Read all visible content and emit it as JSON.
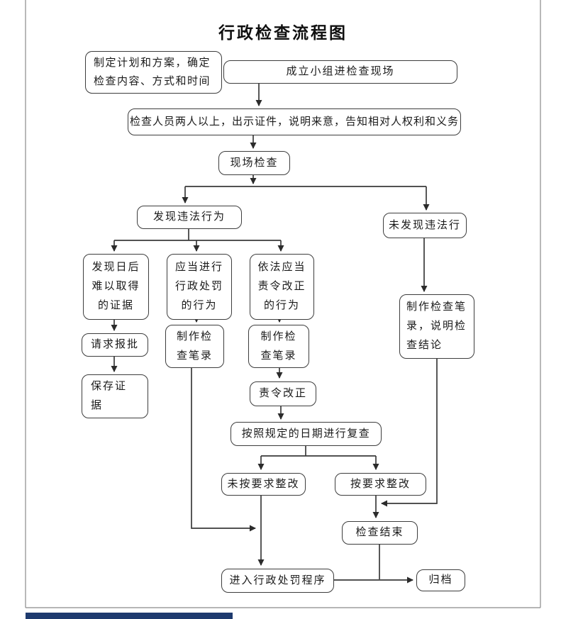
{
  "page": {
    "title": "行政检查流程图"
  },
  "nodes": {
    "plan": {
      "label": "制定计划和方案，确定\n检查内容、方式和时间"
    },
    "team": {
      "label": "成立小组进检查现场"
    },
    "inspectors": {
      "label": "检查人员两人以上，出示证件，说明来意，告知相对人权利和义务"
    },
    "onsite": {
      "label": "现场检查"
    },
    "found": {
      "label": "发现违法行为"
    },
    "not_found": {
      "label": "未发现违法行"
    },
    "evidence": {
      "label": "发现日后\n难以取得\n的证据"
    },
    "punishable": {
      "label": "应当进行\n行政处罚\n的行为"
    },
    "correctable": {
      "label": "依法应当\n责令改正\n的行为"
    },
    "record_notfound": {
      "label": "制作检查笔\n录，说明检\n查结论"
    },
    "request_approval": {
      "label": "请求报批"
    },
    "record_punish": {
      "label": "制作检\n查笔录"
    },
    "record_correct": {
      "label": "制作检\n查笔录"
    },
    "save_evidence": {
      "label": "保存证\n据"
    },
    "order_correct": {
      "label": "责令改正"
    },
    "recheck": {
      "label": "按照规定的日期进行复查"
    },
    "not_rectified": {
      "label": "未按要求整改"
    },
    "rectified": {
      "label": "按要求整改"
    },
    "end_check": {
      "label": "检查结束"
    },
    "penalty": {
      "label": "进入行政处罚程序"
    },
    "archive": {
      "label": "归档"
    }
  },
  "colors": {
    "line": "#3a3a3a",
    "box_border": "#3d3d3d",
    "text": "#1a1a1a",
    "page_border": "#8a8a8a",
    "footer_bar": "#1e3a6e",
    "background": "#ffffff"
  }
}
